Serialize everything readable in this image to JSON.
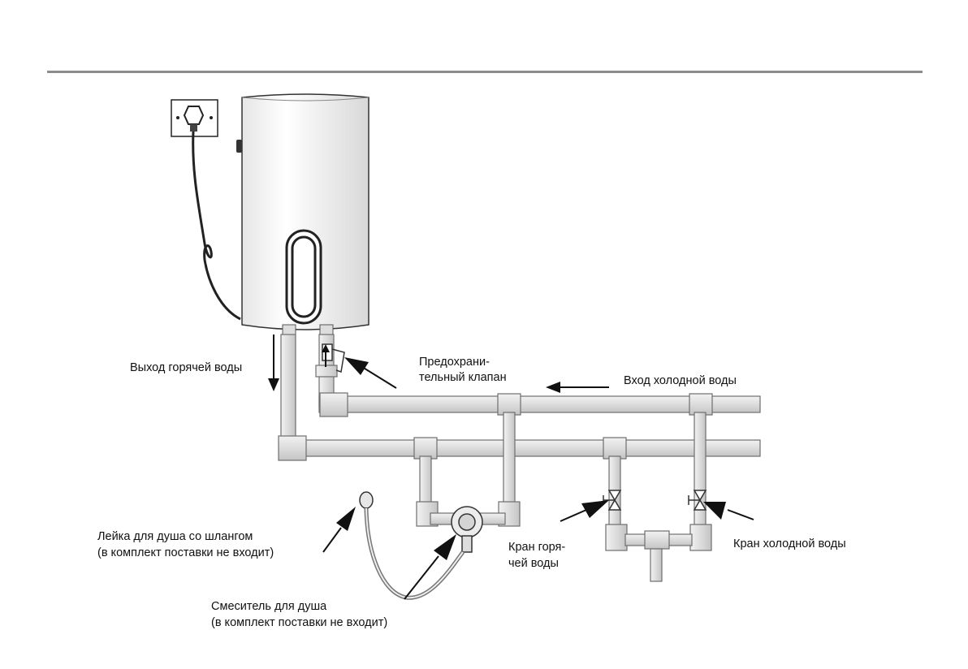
{
  "labels": {
    "hot_outlet": "Выход горячей воды",
    "safety_valve": [
      "Предохрани-",
      "тельный клапан"
    ],
    "cold_inlet": "Вход холодной воды",
    "shower_head": [
      "Лейка для душа со шлангом",
      "(в комплект поставки не входит)"
    ],
    "hot_tap": [
      "Кран горя-",
      "чей воды"
    ],
    "cold_tap": "Кран холодной воды",
    "mixer": [
      "Смеситель для душа",
      "(в комплект поставки не входит)"
    ]
  }
}
